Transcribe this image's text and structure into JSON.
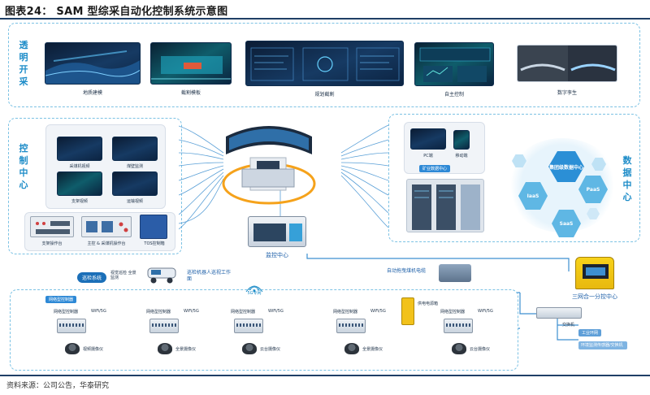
{
  "figure": {
    "title": "图表24： SAM 型综采自动化控制系统示意图",
    "source": "资料来源：公司公告，华泰研究"
  },
  "sections": {
    "mining": "透明开采",
    "control": "控制中心",
    "data": "数据中心"
  },
  "mining_items": [
    "地质建模",
    "截割模板",
    "规划截割",
    "自主控制",
    "数字孪生"
  ],
  "control_items": {
    "screens": [
      "采煤机视频",
      "煤壁监测",
      "支架视频",
      "运输视频"
    ],
    "consoles": [
      "支架操作台",
      "主控 & 采煤机操作台",
      "TOS控制箱"
    ],
    "monitor_center": "监控中心"
  },
  "data_center": {
    "devices": [
      "PC端",
      "移动端"
    ],
    "platform": "矿业数据中心",
    "hexes": [
      "集团级数据中心",
      "IaaS",
      "PaaS",
      "SaaS"
    ]
  },
  "bottom": {
    "inspection_system": "巡检系统",
    "inspection_note": "视觉巡检 全景监测",
    "robot_label": "巡检机器人巡视工作面",
    "drag_label": "自动拖曳煤机电缆",
    "network_label": "5G专网",
    "controller_group": "网络型控制器",
    "controllers": [
      {
        "name": "网络型控制器",
        "wifi": "WiFi/5G",
        "camera": "视频摄像仪"
      },
      {
        "name": "网络型控制器",
        "wifi": "WiFi/5G",
        "camera": "全景摄像仪"
      },
      {
        "name": "网络型控制器",
        "wifi": "WiFi/5G",
        "camera": "云台摄像仪"
      },
      {
        "name": "网络型控制器",
        "wifi": "WiFi/5G",
        "camera": "全景摄像仪"
      },
      {
        "name": "网络型控制器",
        "wifi": "WiFi/5G",
        "camera": "云台摄像仪"
      }
    ],
    "power_box": "供电电源箱",
    "three_in_one": "三网合一分控中心",
    "switch": "交换机",
    "side_tags": [
      "工业环网",
      "环境监测传感器/交换机"
    ]
  },
  "colors": {
    "accent": "#1d8cc8",
    "dashed": "#7cc2e4",
    "line": "#3d8fd0",
    "hex": "#5fb7e4"
  }
}
